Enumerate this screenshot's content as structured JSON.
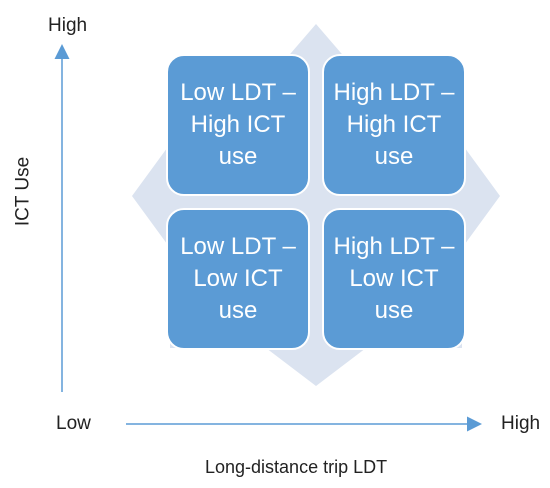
{
  "axes": {
    "y_high": "High",
    "y_title": "ICT Use",
    "x_low": "Low",
    "x_high": "High",
    "x_title": "Long-distance trip LDT"
  },
  "quadrants": {
    "top_left": "Low LDT – High ICT use",
    "top_right": "High LDT – High ICT use",
    "bottom_left": "Low LDT – Low ICT use",
    "bottom_right": "High LDT – Low ICT use"
  },
  "colors": {
    "quadrant_fill": "#5b9bd5",
    "background_shape": "#dbe3f0",
    "arrow": "#5b9bd5",
    "text": "#222222"
  }
}
